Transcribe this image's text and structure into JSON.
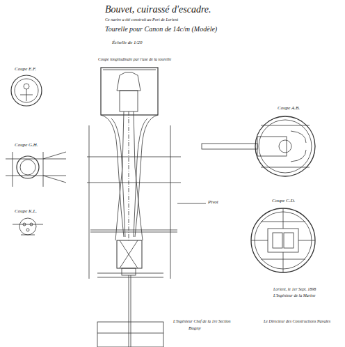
{
  "diagram": {
    "title": "Bouvet, cuirassé d'escadre.",
    "labels": [
      "Ce navire a été construit au Port de Lorient",
      "Tourelle pour Canon de 14c/m (Modèle)",
      "Échelle de 1/20",
      "Coupe longitudinale par l'axe de la tourelle",
      "Coupe E.F.",
      "Coupe G.H.",
      "Coupe K.L.",
      "Coupe A.B.",
      "Coupe C.D.",
      "Pivot",
      "Lorient, le 1er Sept. 1898",
      "L'Ingénieur de la Marine",
      "L'Ingénieur Chef de la 1re Section",
      "Bugny",
      "Le Directeur des Constructions Navales"
    ]
  }
}
